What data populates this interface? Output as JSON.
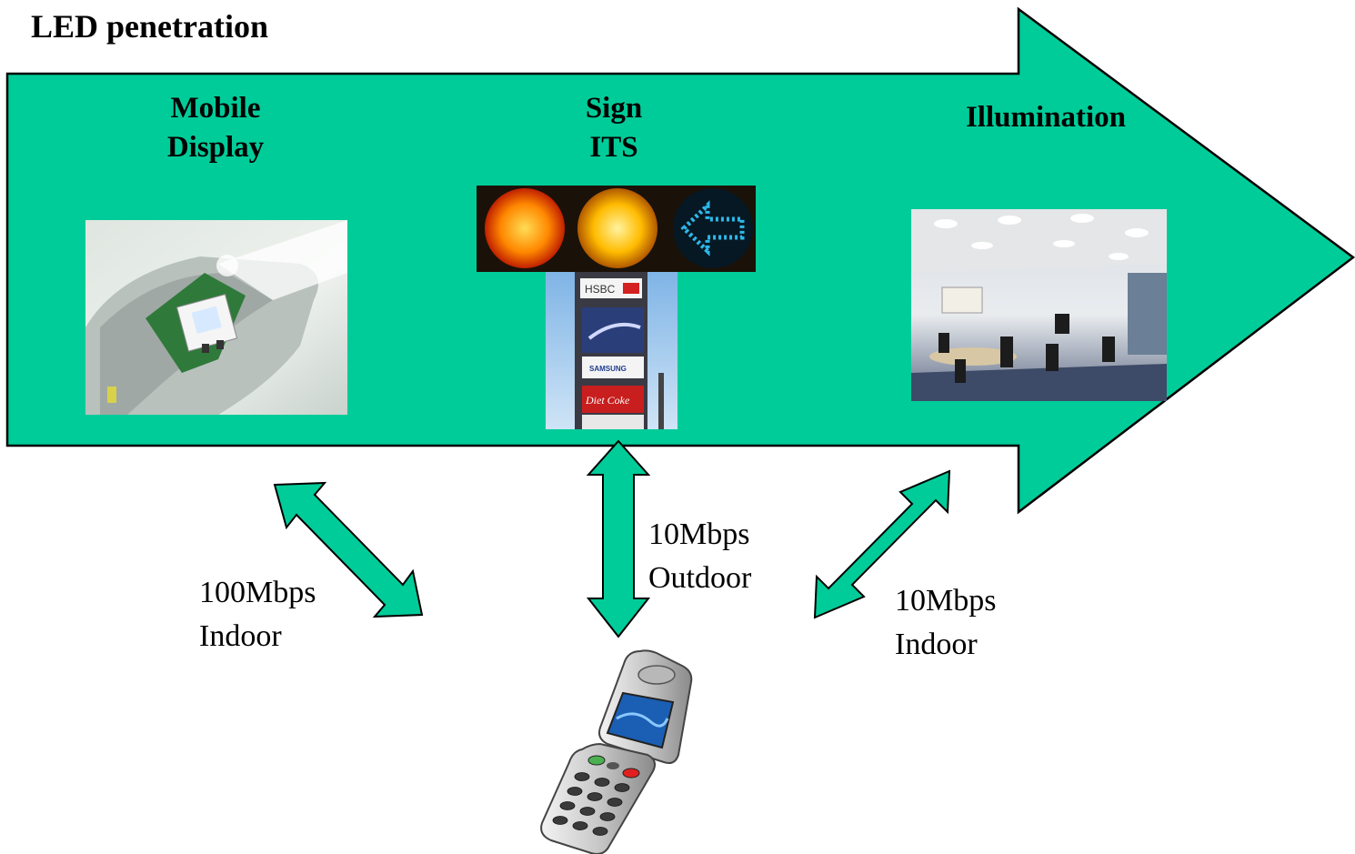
{
  "title": "LED penetration",
  "categories": [
    {
      "lines": [
        "Mobile",
        "Display"
      ]
    },
    {
      "lines": [
        "Sign",
        "ITS"
      ]
    },
    {
      "lines": [
        "Illumination"
      ]
    }
  ],
  "links": [
    {
      "rate": "100Mbps",
      "environment": "Indoor"
    },
    {
      "rate": "10Mbps",
      "environment": "Outdoor"
    },
    {
      "rate": "10Mbps",
      "environment": "Indoor"
    }
  ],
  "sign_text": {
    "bank": "HSBC",
    "brand": "SAMSUNG",
    "drink": "Diet Coke"
  },
  "colors": {
    "arrow": "#00cc99",
    "outline": "#000000"
  }
}
